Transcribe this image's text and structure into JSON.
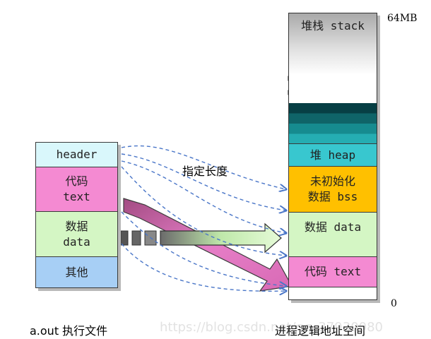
{
  "file": {
    "segments": [
      {
        "id": "header",
        "label": "header",
        "color": "#d9f7fb"
      },
      {
        "id": "code",
        "label": "代码",
        "sublabel": "text",
        "color": "#f48ad2"
      },
      {
        "id": "data",
        "label": "数据",
        "sublabel": "data",
        "color": "#d4f6c4"
      },
      {
        "id": "other",
        "label": "其他",
        "color": "#a7cff5"
      }
    ],
    "caption": "a.out 执行文件"
  },
  "process": {
    "stack_label": "堆栈 stack",
    "heap_label": "堆 heap",
    "bss_label": "未初始化",
    "bss_sublabel": "数据 bss",
    "data_label": "数据 data",
    "text_label": "代码 text",
    "top_mark": "64MB",
    "bottom_mark": "0",
    "caption": "进程逻辑地址空间",
    "colors": {
      "heap": "#38c7cf",
      "bss": "#ffc000",
      "data": "#d4f6c4",
      "text": "#f48ad2"
    }
  },
  "arrow_label": "指定长度",
  "watermark": "https://blog.csdn.net/qq_37930080"
}
